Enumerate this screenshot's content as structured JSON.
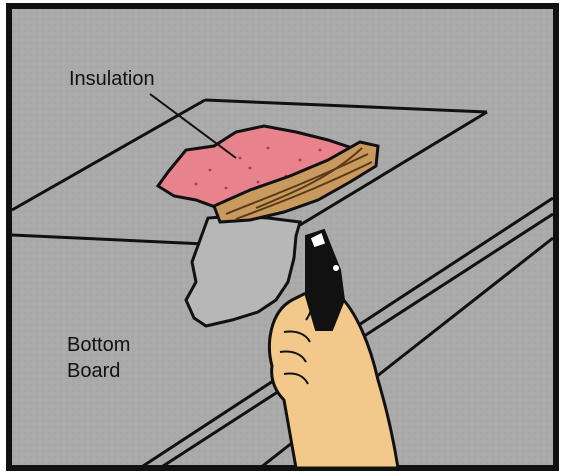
{
  "labels": {
    "insulation": "Insulation",
    "bottom_board_line1": "Bottom",
    "bottom_board_line2": "Board"
  },
  "colors": {
    "background": "#a9a9a9",
    "frame": "#111111",
    "insulation": "#e8828c",
    "insulation_speckle": "#b03a48",
    "wood": "#c89a5e",
    "wood_grain": "#5a3a1a",
    "skin": "#f2c98a",
    "tool_body": "#111111",
    "tool_tip": "#ffffff"
  }
}
